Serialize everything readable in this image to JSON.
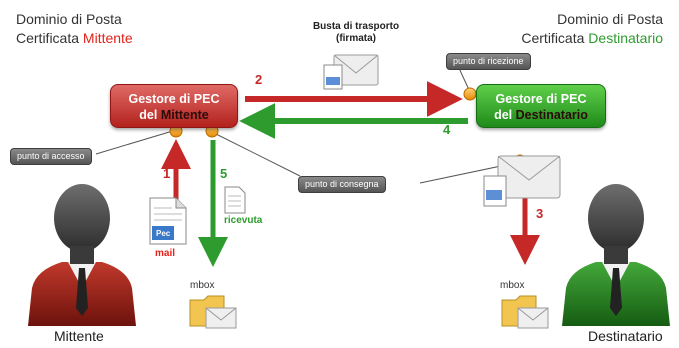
{
  "colors": {
    "sender": "#e2231a",
    "recipient": "#2f9a2f",
    "flow_red": "#c62828",
    "flow_green": "#2e9b2e",
    "pill_bg": "#666666"
  },
  "sender_header": {
    "line1": "Dominio di Posta",
    "line2_prefix": "Certificata ",
    "line2_highlight": "Mittente"
  },
  "recipient_header": {
    "line1": "Dominio di Posta",
    "line2_prefix": "Certificata ",
    "line2_highlight": "Destinatario"
  },
  "sender_manager": {
    "line1": "Gestore di PEC",
    "line2_prefix": "del ",
    "line2_highlight": "Mittente"
  },
  "recipient_manager": {
    "line1": "Gestore di PEC",
    "line2_prefix": "del ",
    "line2_highlight": "Destinatario"
  },
  "transport_envelope": {
    "line1": "Busta di trasporto",
    "line2": "(firmata)"
  },
  "points": {
    "access": "punto di accesso",
    "receiving": "punto di ricezione",
    "delivery": "punto di consegna"
  },
  "steps": [
    "1",
    "2",
    "3",
    "4",
    "5"
  ],
  "labels": {
    "mail": "mail",
    "receipt": "ricevuta",
    "mbox_sender": "mbox",
    "mbox_recipient": "mbox",
    "pec_doc": "Pec"
  },
  "people": {
    "sender": "Mittente",
    "recipient": "Destinatario"
  },
  "icons": [
    "user-icon",
    "envelope-icon",
    "document-icon",
    "folder-icon"
  ]
}
